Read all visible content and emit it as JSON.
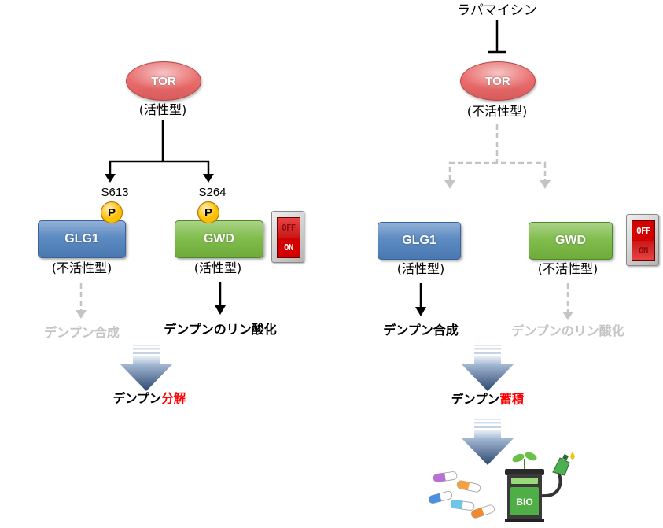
{
  "colors": {
    "tor": "#e86a6a",
    "glg1": "#4f81bd",
    "gwd": "#77b83f",
    "phospho": "#ffc000",
    "active_path": "#000000",
    "inactive_path": "#c4c4c4",
    "emphasis": "#ff0000"
  },
  "left": {
    "tor": {
      "label": "TOR",
      "state": "(活性型)",
      "active": true
    },
    "glg1": {
      "label": "GLG1",
      "site": "S613",
      "phospho": "P",
      "state": "(不活性型)",
      "output": "デンプン合成",
      "output_active": false
    },
    "gwd": {
      "label": "GWD",
      "site": "S264",
      "phospho": "P",
      "state": "(活性型)",
      "output": "デンプンのリン酸化",
      "output_active": true
    },
    "switch": {
      "icon": "switch-icon",
      "off_label": "OFF",
      "on_label": "ON",
      "is_on": true
    },
    "result": {
      "prefix": "デンプン",
      "emphasis": "分解"
    }
  },
  "right": {
    "inhibitor": "ラパマイシン",
    "tor": {
      "label": "TOR",
      "state": "(不活性型)",
      "active": false
    },
    "glg1": {
      "label": "GLG1",
      "state": "(活性型)",
      "output": "デンプン合成",
      "output_active": true
    },
    "gwd": {
      "label": "GWD",
      "state": "(不活性型)",
      "output": "デンプンのリン酸化",
      "output_active": false
    },
    "switch": {
      "icon": "switch-icon",
      "off_label": "OFF",
      "on_label": "ON",
      "is_on": false
    },
    "result": {
      "prefix": "デンプン",
      "emphasis": "蓄積"
    },
    "applications": {
      "pills_icon": "capsules-icon",
      "fuel_icon": "biofuel-pump-icon",
      "fuel_label": "BIO"
    }
  }
}
